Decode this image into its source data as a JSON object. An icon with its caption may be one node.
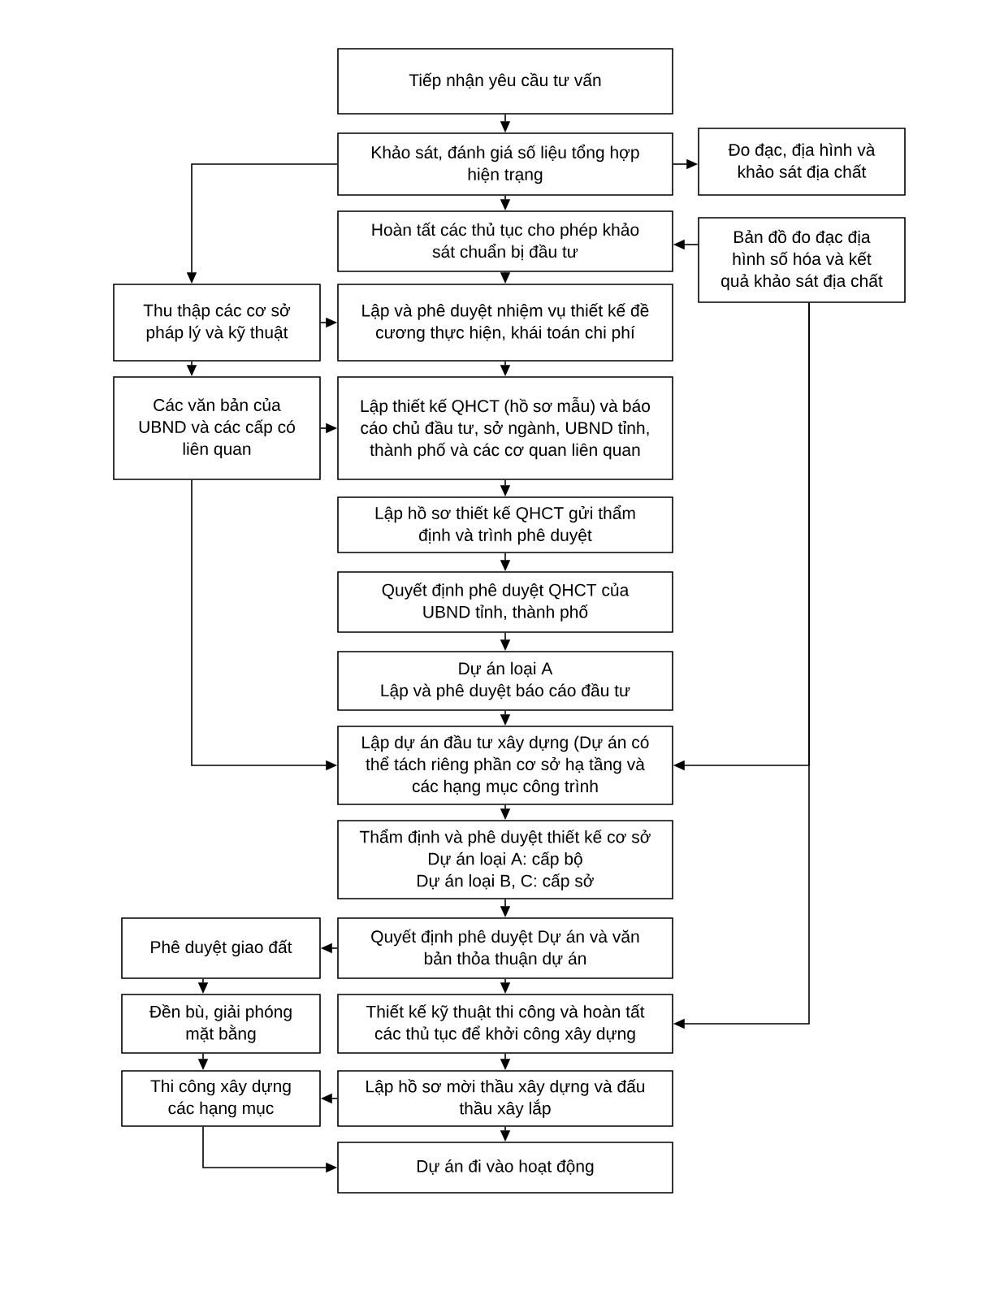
{
  "diagram": {
    "nodes": [
      {
        "text": [
          "Tiếp nhận yêu cầu tư vấn"
        ]
      },
      {
        "text": [
          "Khảo sát, đánh giá số liệu tổng hợp hiện trạng"
        ]
      },
      {
        "text": [
          "Đo đạc, địa hình và khảo sát địa chất"
        ]
      },
      {
        "text": [
          "Hoàn tất các thủ tục cho phép khảo sát chuẩn bị đầu tư"
        ]
      },
      {
        "text": [
          "Bản đồ đo đạc địa hình số hóa và kết quả khảo sát địa chất"
        ]
      },
      {
        "text": [
          "Thu thập các cơ sở pháp lý và kỹ thuật"
        ]
      },
      {
        "text": [
          "Lập và phê duyệt nhiệm vụ thiết kế đề cương thực hiện, khái toán chi phí"
        ]
      },
      {
        "text": [
          "Các văn bản của UBND và các cấp có liên quan"
        ]
      },
      {
        "text": [
          "Lập thiết kế QHCT (hồ sơ mẫu) và báo cáo chủ đầu tư, sở ngành, UBND tỉnh, thành phố và các cơ quan liên quan"
        ]
      },
      {
        "text": [
          "Lập hồ sơ thiết kế QHCT gửi thẩm định và trình phê duyệt"
        ]
      },
      {
        "text": [
          "Quyết định phê duyệt QHCT của UBND tỉnh, thành phố"
        ]
      },
      {
        "text": [
          "Dự án loại A",
          "Lập và phê duyệt báo cáo đầu tư"
        ]
      },
      {
        "text": [
          "Lập dự án đầu tư xây dựng (Dự án có thể tách riêng phần cơ sở hạ tầng và các hạng mục công trình"
        ]
      },
      {
        "text": [
          "Thẩm định và phê duyệt thiết kế cơ sở",
          "Dự án loại A: cấp bộ",
          "Dự án loại B, C: cấp sở"
        ]
      },
      {
        "text": [
          "Phê duyệt giao đất"
        ]
      },
      {
        "text": [
          "Quyết định phê duyệt Dự án và văn bản thỏa thuận dự án"
        ]
      },
      {
        "text": [
          "Đền bù, giải phóng mặt bằng"
        ]
      },
      {
        "text": [
          "Thiết kế kỹ thuật thi công và hoàn tất các thủ tục để khởi công xây dựng"
        ]
      },
      {
        "text": [
          "Thi công xây dựng các hạng mục"
        ]
      },
      {
        "text": [
          "Lập hồ sơ mời thầu xây dựng và đấu thầu xây lắp"
        ]
      },
      {
        "text": [
          "Dự án đi vào hoạt động"
        ]
      }
    ],
    "edges": [
      {
        "from": 0,
        "to": 1,
        "arrow": "to"
      },
      {
        "from": 1,
        "to": 2,
        "arrow": "to"
      },
      {
        "from": 1,
        "to": 3,
        "arrow": "to"
      },
      {
        "from": 1,
        "to": 5,
        "arrow": "to"
      },
      {
        "from": 4,
        "to": 3,
        "arrow": "to"
      },
      {
        "from": 3,
        "to": 6,
        "arrow": "to"
      },
      {
        "from": 5,
        "to": 6,
        "arrow": "to"
      },
      {
        "from": 5,
        "to": 7,
        "arrow": "to"
      },
      {
        "from": 6,
        "to": 8,
        "arrow": "to"
      },
      {
        "from": 7,
        "to": 8,
        "arrow": "to"
      },
      {
        "from": 8,
        "to": 9,
        "arrow": "to"
      },
      {
        "from": 9,
        "to": 10,
        "arrow": "to"
      },
      {
        "from": 10,
        "to": 11,
        "arrow": "to"
      },
      {
        "from": 11,
        "to": 12,
        "arrow": "to"
      },
      {
        "from": 7,
        "to": 12,
        "arrow": "to"
      },
      {
        "from": 4,
        "to": 12,
        "arrow": "to"
      },
      {
        "from": 12,
        "to": 13,
        "arrow": "to"
      },
      {
        "from": 13,
        "to": 15,
        "arrow": "to"
      },
      {
        "from": 15,
        "to": 14,
        "arrow": "to"
      },
      {
        "from": 4,
        "to": 17,
        "arrow": "to"
      },
      {
        "from": 15,
        "to": 17,
        "arrow": "to"
      },
      {
        "from": 14,
        "to": 16,
        "arrow": "to"
      },
      {
        "from": 17,
        "to": 19,
        "arrow": "to"
      },
      {
        "from": 16,
        "to": 18,
        "arrow": "to"
      },
      {
        "from": 19,
        "to": 18,
        "arrow": "to"
      },
      {
        "from": 19,
        "to": 20,
        "arrow": "to"
      },
      {
        "from": 18,
        "to": 20,
        "arrow": "to"
      }
    ]
  }
}
